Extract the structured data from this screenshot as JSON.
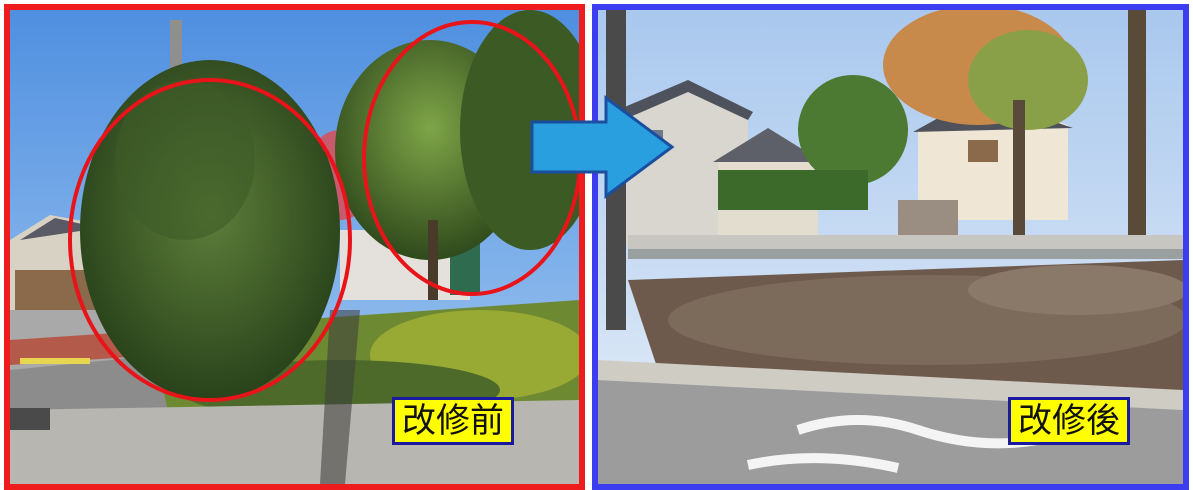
{
  "captions": {
    "before": "改修前",
    "after": "改修後"
  },
  "colors": {
    "before_frame": "#ee1c1c",
    "after_frame": "#3c3cf0",
    "caption_bg": "#ffff00",
    "arrow_fill": "#2a9fe0",
    "highlight_ellipse": "#e8141a"
  },
  "images": {
    "before": "roadside-planting-overgrown-shrubs-photo",
    "after": "roadside-planting-pruned-hedge-photo"
  },
  "icons": {
    "arrow": "right-arrow-icon"
  }
}
